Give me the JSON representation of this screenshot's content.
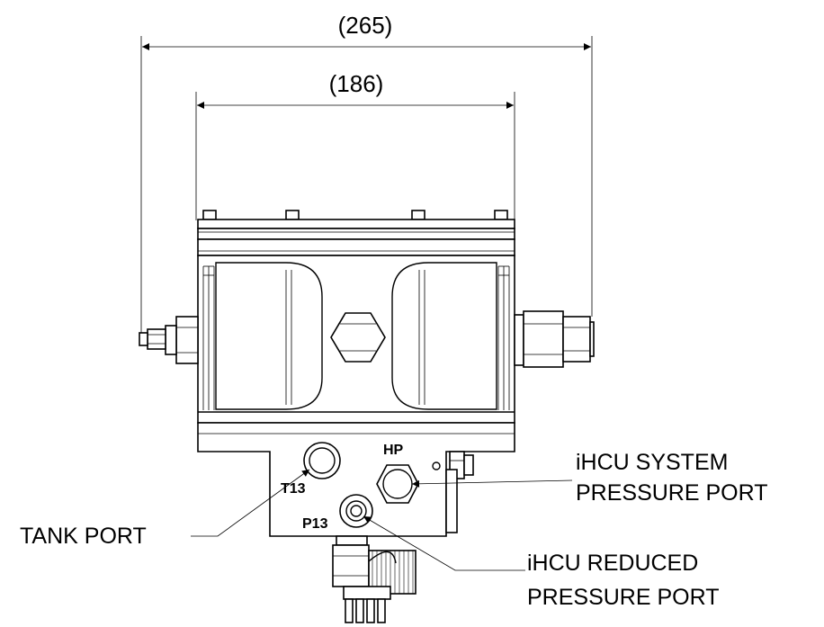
{
  "dimensions": {
    "overall_width": "(265)",
    "body_width": "(186)"
  },
  "port_markings": {
    "tank": "T13",
    "system_pressure": "HP",
    "reduced_pressure": "P13"
  },
  "callouts": {
    "tank_port": "TANK PORT",
    "system_pressure_port_line1": "iHCU SYSTEM",
    "system_pressure_port_line2": "PRESSURE PORT",
    "reduced_pressure_port_line1": "iHCU REDUCED",
    "reduced_pressure_port_line2": "PRESSURE PORT"
  },
  "colors": {
    "line": "#000000",
    "background": "#ffffff"
  }
}
